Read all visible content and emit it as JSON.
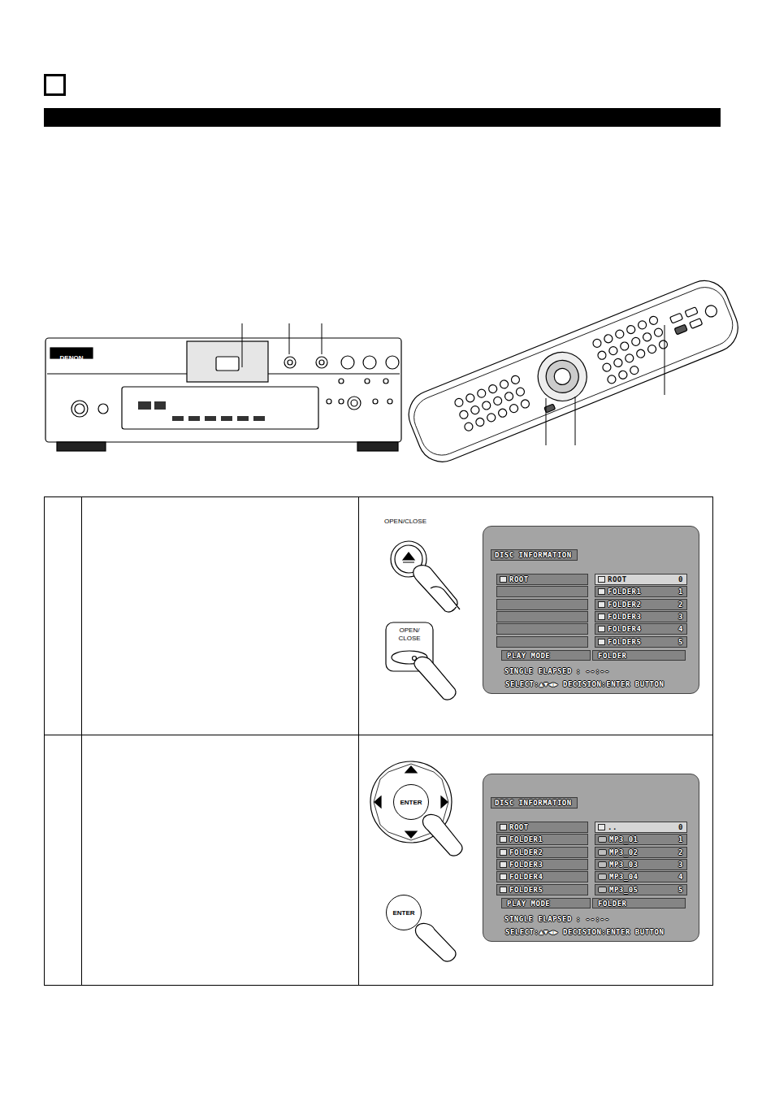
{
  "diagram": {
    "nodes": [
      {
        "text": [
          "DISC INFORMATION",
          "SINGLE ELAPSED",
          ": --:--",
          "SELECT:▲▼◀▶ DECISION:ENTER BUTTON"
        ]
      },
      {
        "text": [
          "ROOT"
        ],
        "in": 0
      },
      {
        "text": [
          "ROOT",
          "0"
        ],
        "in": 0
      },
      {
        "text": [
          "FOLDER1",
          "1"
        ],
        "in": 0
      },
      {
        "text": [
          "FOLDER2",
          "2"
        ],
        "in": 0
      },
      {
        "text": [
          "FOLDER3",
          "3"
        ],
        "in": 0
      },
      {
        "text": [
          "FOLDER4",
          "4"
        ],
        "in": 0
      },
      {
        "text": [
          "FOLDER5",
          "5"
        ],
        "in": 0
      },
      {
        "text": [
          "PLAY MODE"
        ],
        "in": 0
      },
      {
        "text": [
          "FOLDER"
        ],
        "in": 0
      },
      {
        "text": [
          "DISC INFORMATION",
          "SINGLE ELAPSED",
          ": --:--",
          "SELECT:▲▼◀▶ DECISION:ENTER BUTTON"
        ]
      },
      {
        "text": [
          "ROOT"
        ],
        "in": 10
      },
      {
        "text": [
          "FOLDER1"
        ],
        "in": 10
      },
      {
        "text": [
          "FOLDER2"
        ],
        "in": 10
      },
      {
        "text": [
          "FOLDER3"
        ],
        "in": 10
      },
      {
        "text": [
          "FOLDER4"
        ],
        "in": 10
      },
      {
        "text": [
          "FOLDER5"
        ],
        "in": 10
      },
      {
        "text": [
          "..",
          "0"
        ],
        "in": 10
      },
      {
        "text": [
          "MP3_01",
          "1"
        ],
        "in": 10
      },
      {
        "text": [
          "MP3_02",
          "2"
        ],
        "in": 10
      },
      {
        "text": [
          "MP3_03",
          "3"
        ],
        "in": 10
      },
      {
        "text": [
          "MP3_04",
          "4"
        ],
        "in": 10
      },
      {
        "text": [
          "MP3_05",
          "5"
        ],
        "in": 10
      },
      {
        "text": [
          "PLAY MODE"
        ],
        "in": 10
      },
      {
        "text": [
          "FOLDER"
        ],
        "in": 10
      },
      {
        "text": [
          "ENTER"
        ]
      },
      {
        "text": [
          "ENTER"
        ]
      }
    ],
    "labels": [
      "OPEN/CLOSE",
      "OPEN/ CLOSE",
      "DENON"
    ]
  }
}
